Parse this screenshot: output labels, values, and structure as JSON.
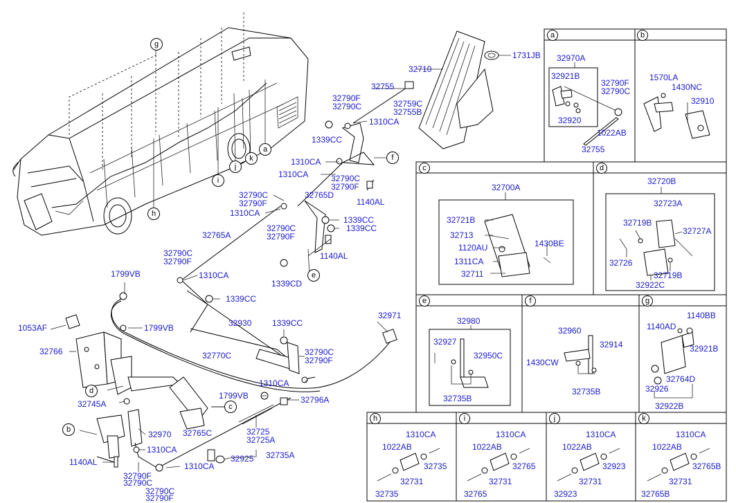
{
  "callouts": {
    "a": "a",
    "b": "b",
    "c": "c",
    "d": "d",
    "e": "e",
    "f": "f",
    "g": "g",
    "h": "h",
    "i": "i",
    "j": "j",
    "k": "k"
  },
  "main": {
    "p32710": "32710",
    "p1731JB": "1731JB",
    "p32755": "32755",
    "p32759C": "32759C",
    "p32755B": "32755B",
    "p32790F_a": "32790F",
    "p32790C_a": "32790C",
    "p1310CA_a": "1310CA",
    "p1339CC_a": "1339CC",
    "p1310CA_b": "1310CA",
    "p1310CA_c": "1310CA",
    "p32790C_b": "32790C",
    "p32790F_b": "32790F",
    "p32765D": "32765D",
    "p1140AL_a": "1140AL",
    "p32790C_c": "32790C",
    "p32790F_c": "32790F",
    "p1310CA_d": "1310CA",
    "p32790C_d": "32790C",
    "p32790F_d": "32790F",
    "p1339CC_b": "1339CC",
    "p1339CC_c": "1339CC",
    "p32765A": "32765A",
    "p32790C_e": "32790C",
    "p32790F_e": "32790F",
    "p1310CA_e": "1310CA",
    "p1140AL_b": "1140AL",
    "p1339CD": "1339CD",
    "p1799VB_a": "1799VB",
    "p1339CC_d": "1339CC",
    "p1053AF": "1053AF",
    "p1799VB_b": "1799VB",
    "p32930": "32930",
    "p1339CC_e": "1339CC",
    "p32971": "32971",
    "p32766": "32766",
    "p32770C": "32770C",
    "p32790C_f": "32790C",
    "p32790F_f": "32790F",
    "p1310CA_f": "1310CA",
    "p1799VB_c": "1799VB",
    "p32745A": "32745A",
    "p32796A": "32796A",
    "p32765C": "32765C",
    "p32725": "32725",
    "p32725A": "32725A",
    "p32970": "32970",
    "p1310CA_g": "1310CA",
    "p32925": "32925",
    "p32735A": "32735A",
    "p1140AL_c": "1140AL",
    "p1310CA_h": "1310CA",
    "p32790F_g": "32790F",
    "p32790C_g": "32790C",
    "p32790C_h": "32790C",
    "p32790F_h": "32790F"
  },
  "panels": {
    "a": {
      "title": "a",
      "parts": {
        "p32970A": "32970A",
        "p32921B": "32921B",
        "p32790F": "32790F",
        "p32790C": "32790C",
        "p32920": "32920",
        "p1022AB": "1022AB",
        "p32755": "32755"
      }
    },
    "b": {
      "title": "b",
      "parts": {
        "p1570LA": "1570LA",
        "p1430NC": "1430NC",
        "p32910": "32910"
      }
    },
    "c": {
      "title": "c",
      "parts": {
        "p32700A": "32700A",
        "p32721B": "32721B",
        "p32713": "32713",
        "p1120AU": "1120AU",
        "p1430BE": "1430BE",
        "p1311CA": "1311CA",
        "p32711": "32711"
      }
    },
    "d": {
      "title": "d",
      "parts": {
        "p32720B": "32720B",
        "p32723A": "32723A",
        "p32719B_a": "32719B",
        "p32727A": "32727A",
        "p32726": "32726",
        "p32719B_b": "32719B",
        "p32922C": "32922C"
      }
    },
    "e": {
      "title": "e",
      "parts": {
        "p32980": "32980",
        "p32927": "32927",
        "p32950C": "32950C",
        "p32735B": "32735B"
      }
    },
    "f": {
      "title": "f",
      "parts": {
        "p32960": "32960",
        "p32914": "32914",
        "p1430CW": "1430CW",
        "p32735B": "32735B"
      }
    },
    "g": {
      "title": "g",
      "parts": {
        "p1140BB": "1140BB",
        "p1140AD": "1140AD",
        "p32921B": "32921B",
        "p32764D": "32764D",
        "p32926": "32926",
        "p32922B": "32922B"
      }
    },
    "h": {
      "title": "h",
      "parts": {
        "p1310CA": "1310CA",
        "p1022AB": "1022AB",
        "p32735_a": "32735",
        "p32731": "32731",
        "p32735_b": "32735"
      }
    },
    "i": {
      "title": "i",
      "parts": {
        "p1310CA": "1310CA",
        "p1022AB": "1022AB",
        "p32765_a": "32765",
        "p32731": "32731",
        "p32765_b": "32765"
      }
    },
    "j": {
      "title": "j",
      "parts": {
        "p1310CA": "1310CA",
        "p1022AB": "1022AB",
        "p32923_a": "32923",
        "p32731": "32731",
        "p32923_b": "32923"
      }
    },
    "k": {
      "title": "k",
      "parts": {
        "p1310CA": "1310CA",
        "p1022AB": "1022AB",
        "p32765B_a": "32765B",
        "p32731": "32731",
        "p32765B_b": "32765B"
      }
    }
  }
}
